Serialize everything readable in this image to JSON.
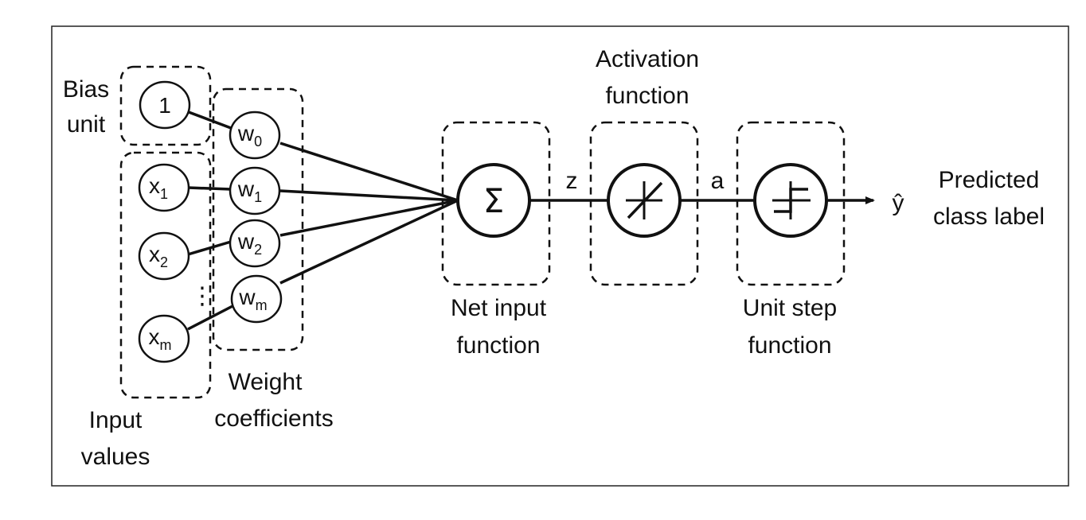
{
  "labels": {
    "bias_unit_line1": "Bias",
    "bias_unit_line2": "unit",
    "input_values_line1": "Input",
    "input_values_line2": "values",
    "weight_coefficients_line1": "Weight",
    "weight_coefficients_line2": "coefficients",
    "net_input_line1": "Net input",
    "net_input_line2": "function",
    "activation_line1": "Activation",
    "activation_line2": "function",
    "unit_step_line1": "Unit step",
    "unit_step_line2": "function",
    "predicted_line1": "Predicted",
    "predicted_line2": "class label"
  },
  "nodes": {
    "bias": "1",
    "x1": {
      "base": "x",
      "sub": "1"
    },
    "x2": {
      "base": "x",
      "sub": "2"
    },
    "xm": {
      "base": "x",
      "sub": "m"
    },
    "w0": {
      "base": "w",
      "sub": "0"
    },
    "w1": {
      "base": "w",
      "sub": "1"
    },
    "w2": {
      "base": "w",
      "sub": "2"
    },
    "wm": {
      "base": "w",
      "sub": "m"
    },
    "sum_symbol": "Σ"
  },
  "edge_labels": {
    "z": "z",
    "a": "a",
    "y_hat": "ŷ"
  },
  "ellipsis": "⋮"
}
